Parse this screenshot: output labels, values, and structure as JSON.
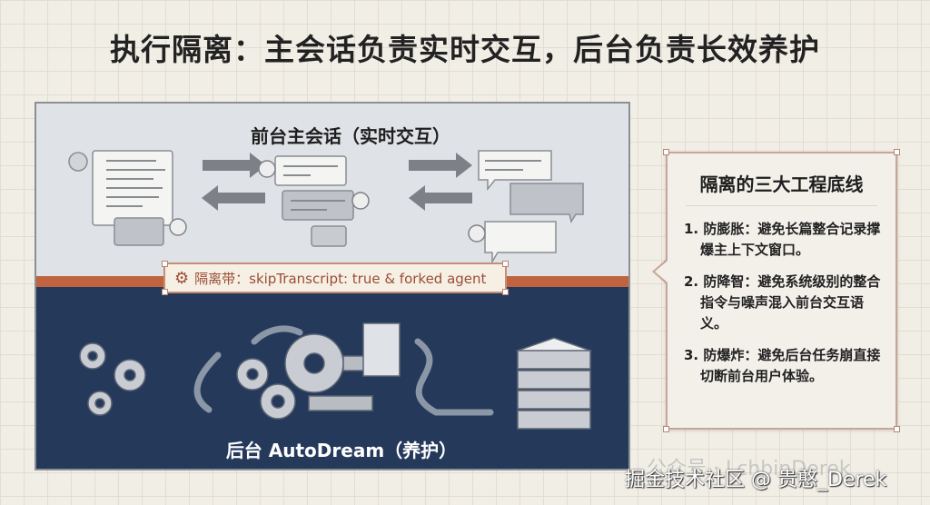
{
  "title": "执行隔离：主会话负责实时交互，后台负责长效养护",
  "foreground": {
    "title": "前台主会话（实时交互）"
  },
  "isolation_band": {
    "icon": "gear-icon",
    "label": "隔离带：skipTranscript: true & forked agent"
  },
  "background": {
    "title": "后台 AutoDream（养护）"
  },
  "colors": {
    "band": "#c0643f",
    "background_panel": "#253a5b",
    "foreground_panel": "#dfe2e6"
  },
  "card": {
    "title": "隔离的三大工程底线",
    "items": [
      "1. 防膨胀：避免长篇整合记录撑爆主上下文窗口。",
      "2. 防降智：避免系统级别的整合指令与噪声混入前台交互语义。",
      "3. 防爆炸：避免后台任务崩直接切断前台用户体验。"
    ]
  },
  "watermark": {
    "faint": "公众号 · LchbinDerek",
    "main": "掘金技术社区 @ 贵憨_Derek"
  }
}
